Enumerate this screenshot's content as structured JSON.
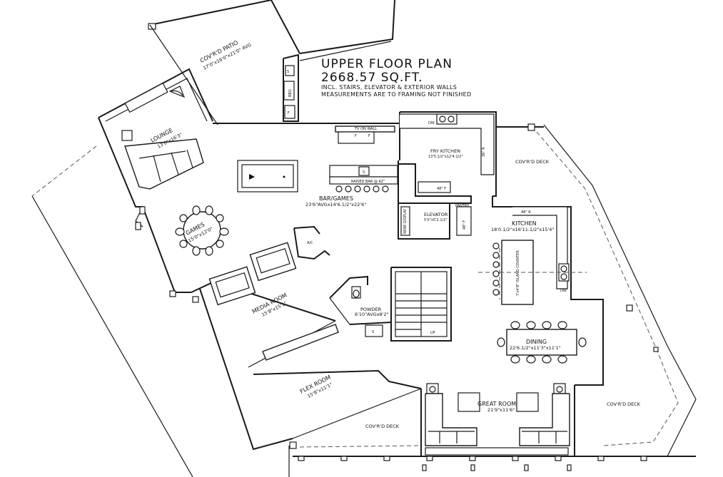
{
  "heading": {
    "title": "UPPER FLOOR PLAN",
    "area": "2668.57 SQ.FT.",
    "note_1": "INCL. STAIRS, ELEVATOR & EXTERIOR WALLS",
    "note_2": "MEASUREMENTS ARE TO FRAMING NOT FINISHED"
  },
  "rooms": {
    "covrd_patio": {
      "name": "COV'R'D PATIO",
      "dims": "17'0\"x16'0\"x21'0\" AVG"
    },
    "lounge": {
      "name": "LOUNGE",
      "dims": "13'0\"x16'3\""
    },
    "bar_games": {
      "name": "BAR/GAMES",
      "dims": "23'6\"AVGx14'6.1/2\"x22'6\""
    },
    "games": {
      "name": "GAMES",
      "dims": "15'0\"x12'0\""
    },
    "media_room": {
      "name": "MEDIA ROOM",
      "dims": "15'8\"x15'1\""
    },
    "flex_room": {
      "name": "FLEX ROOM",
      "dims": "15'8\"x11'1\""
    },
    "fry_kitchen": {
      "name": "FRY KITCHEN",
      "dims": "13'5.1/2\"x12'4.1/2\""
    },
    "elevator": {
      "name": "ELEVATOR",
      "dims": "5'5\"x5'2.1/2\""
    },
    "kitchen": {
      "name": "KITCHEN",
      "dims": "18'0.1/2\"x16'11.1/2\"x15'4\""
    },
    "powder": {
      "name": "POWDER",
      "dims": "6'10\"AVGx8'2\""
    },
    "dining": {
      "name": "DINING",
      "dims": "22'6.1/2\"x11'3\"x11'1\""
    },
    "great_room": {
      "name": "GREAT ROOM",
      "dims": "21'9\"x11'6\""
    }
  },
  "decks": {
    "deck_right_top": "COV'R'D DECK",
    "deck_right_bottom": "COV'R'D DECK",
    "deck_bottom": "COV'R'D DECK"
  },
  "fixtures": {
    "tv_on_wall": "TV ON WALL",
    "raised_bar": "RAISED BAR @ 42\"",
    "bbq": "BBQ",
    "wine_display": "WINE DISPLAY",
    "pantry": "PANTRY",
    "ac": "A/C",
    "island": "7'x4'8\" ISLAND COUNTER",
    "dw_fry": "DW",
    "dw_kitchen": "DW",
    "r_36": "36\" R",
    "f_48": "48\" F",
    "r_48": "48\" R",
    "f_48_elev": "48\" F",
    "stair_mark": "UP",
    "f_mark_1": "F",
    "f_mark_2": "F",
    "f_mark_bbq": "F"
  }
}
